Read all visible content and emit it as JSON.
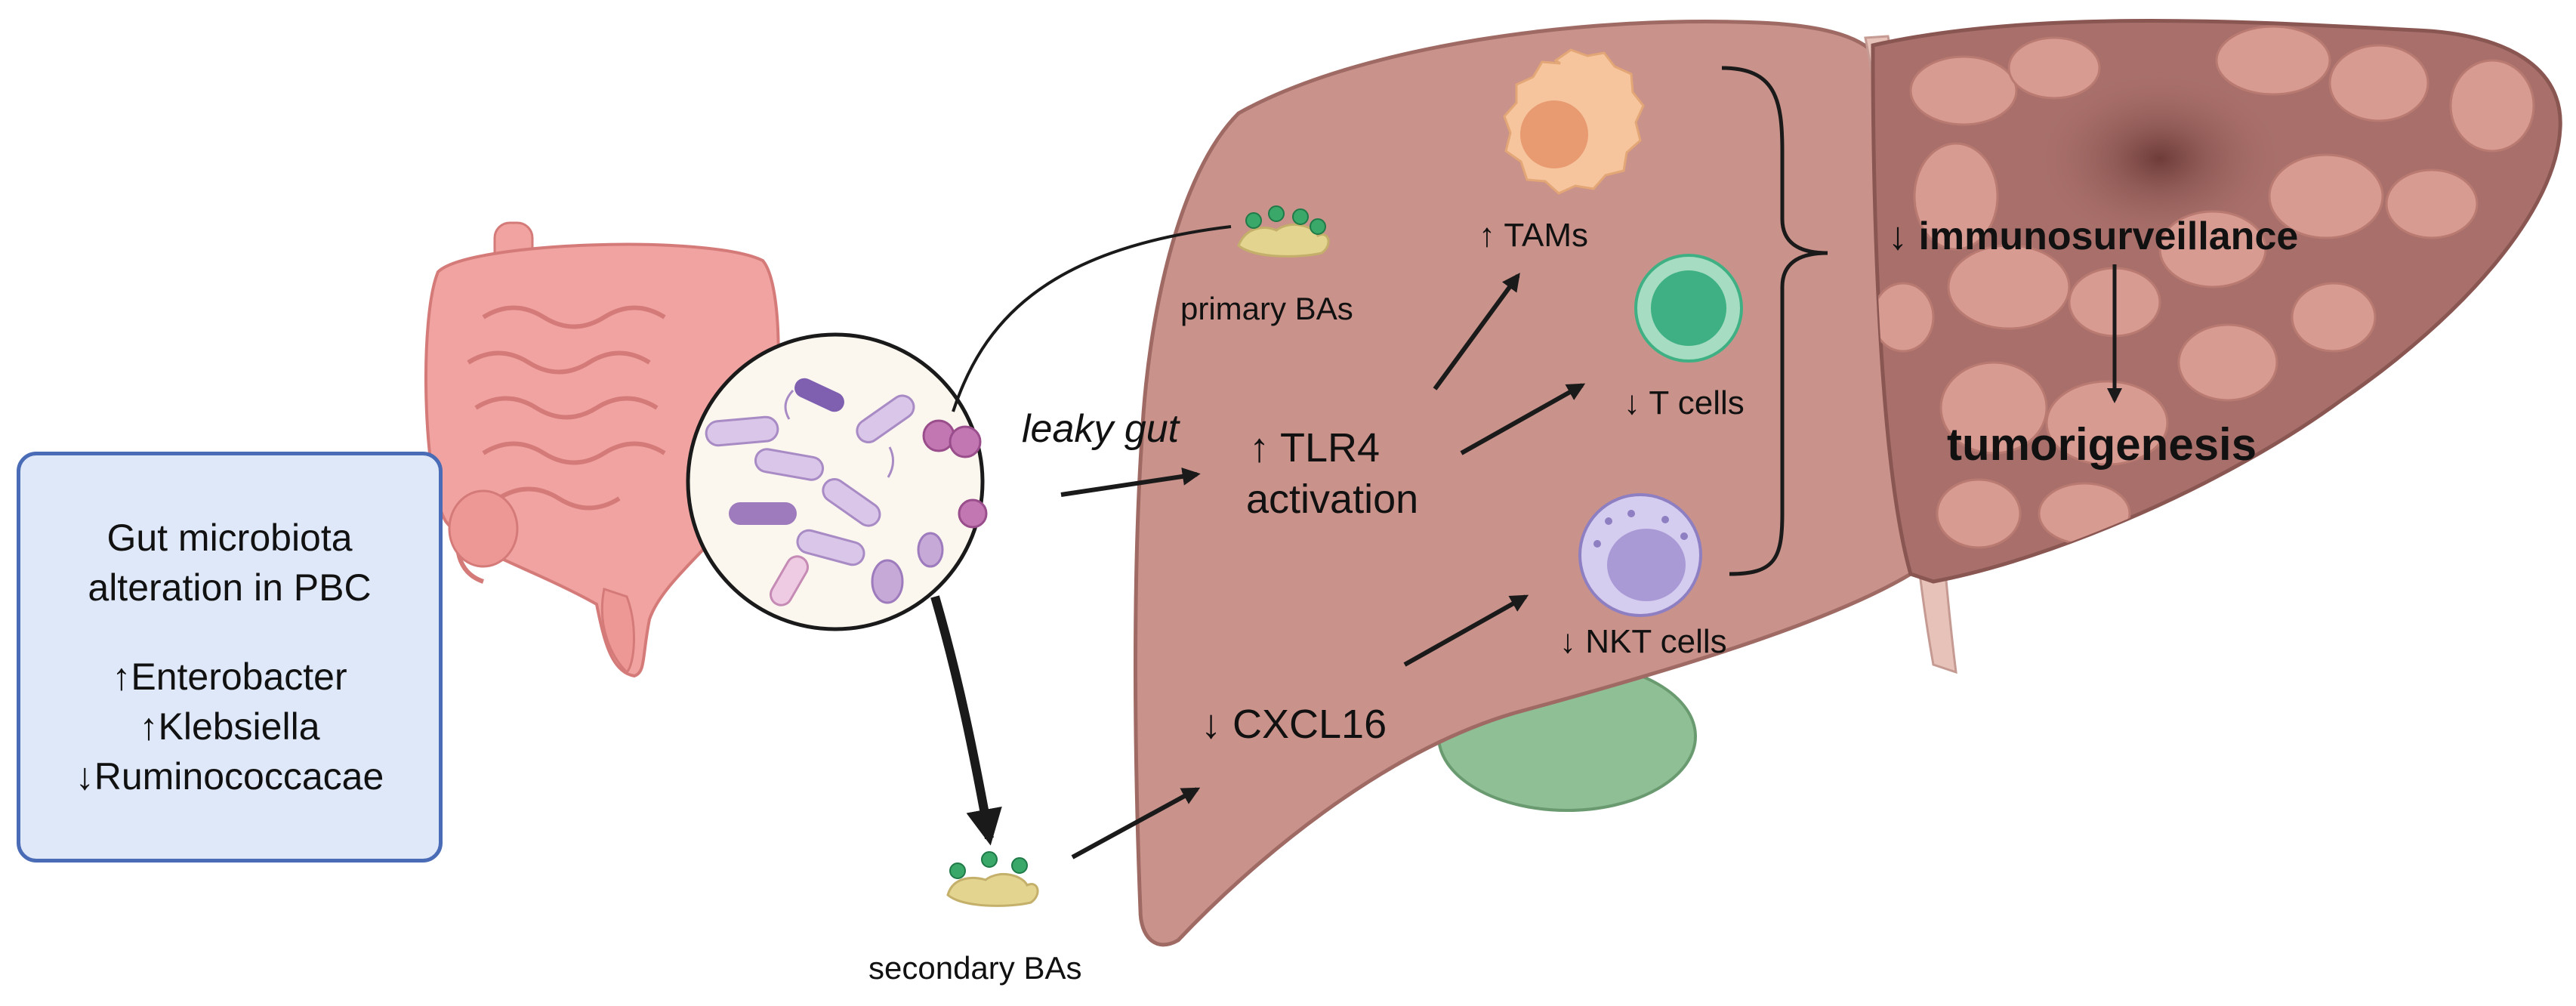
{
  "box": {
    "line1": "Gut microbiota",
    "line2": "alteration in PBC",
    "items": [
      "↑Enterobacter",
      "↑Klebsiella",
      "↓Ruminococcacae"
    ]
  },
  "labels": {
    "primary_bas": "primary BAs",
    "secondary_bas": "secondary BAs",
    "leaky_gut": "leaky gut",
    "tlr4_line1": "↑ TLR4",
    "tlr4_line2": "activation",
    "cxcl16": "↓ CXCL16",
    "tams": "↑ TAMs",
    "t_cells": "↓ T cells",
    "nkt_cells": "↓ NKT cells",
    "immunosurveillance": "↓ immunosurveillance",
    "tumorigenesis": "tumorigenesis"
  },
  "colors": {
    "liver": "#c9928a",
    "liver_edge": "#9e6a63",
    "tumor_liver": "#a9706b",
    "gallbladder": "#8fbf95",
    "intestine": "#f0a3a0",
    "box_fill": "#dfe8f8",
    "box_border": "#4a6bb5",
    "tam": "#f6c59d",
    "t_cell": "#3fb083",
    "nkt_cell": "#a99ad6",
    "bile_acid": "#e3d48f",
    "bile_acid_dot": "#3aa869"
  }
}
